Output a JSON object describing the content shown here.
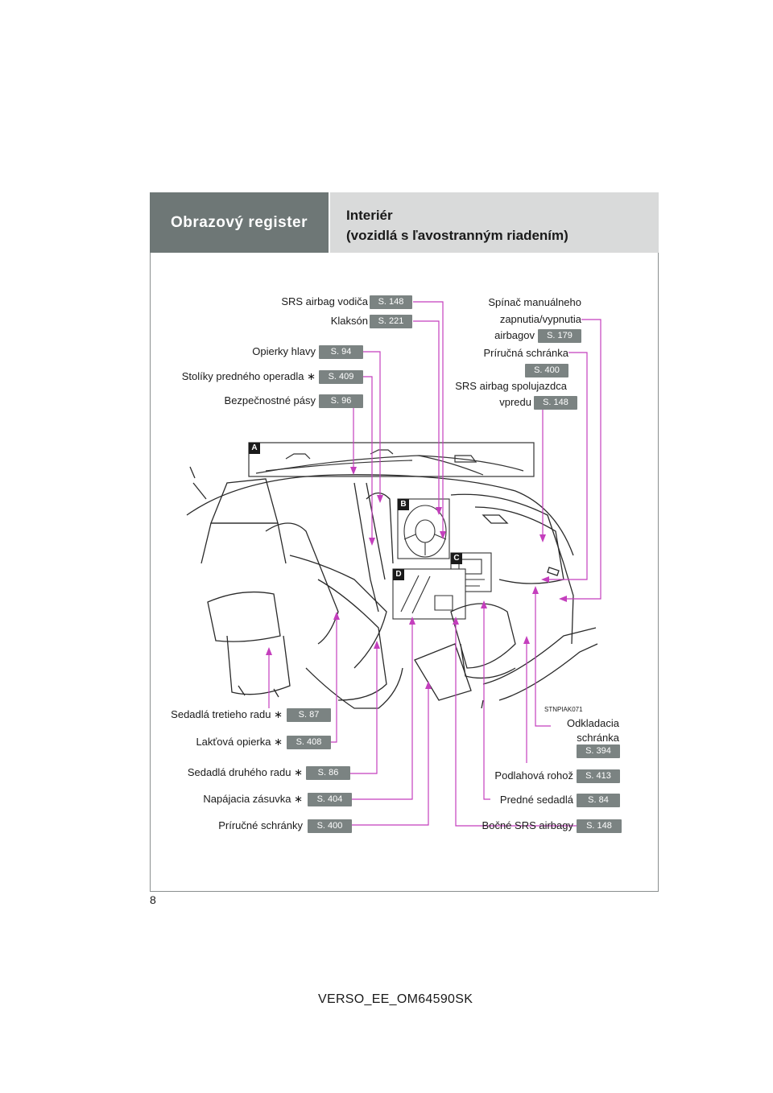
{
  "header": {
    "section": "Obrazový register",
    "title_line1": "Interiér",
    "title_line2": "(vozidlá s ľavostranným riadením)"
  },
  "image_code": "STNPIAK071",
  "inset_tags": [
    "A",
    "B",
    "C",
    "D"
  ],
  "labels": {
    "srs_driver": {
      "text": "SRS airbag vodiča",
      "page": "S. 148"
    },
    "horn": {
      "text": "Klaksón",
      "page": "S. 221"
    },
    "headrests": {
      "text": "Opierky hlavy",
      "page": "S. 94"
    },
    "seatback_tables": {
      "text": "Stolíky predného operadla ∗",
      "page": "S. 409"
    },
    "seatbelts": {
      "text": "Bezpečnostné pásy",
      "page": "S. 96"
    },
    "airbag_switch": {
      "line1": "Spínač manuálneho",
      "line2": "zapnutia/vypnutia",
      "line3": "airbagov",
      "page": "S. 179"
    },
    "glovebox": {
      "text": "Príručná schránka",
      "page": "S. 400"
    },
    "srs_passenger": {
      "line1": "SRS airbag spolujazdca",
      "line2": "vpredu",
      "page": "S. 148"
    },
    "third_row": {
      "text": "Sedadlá tretieho radu ∗",
      "page": "S. 87"
    },
    "armrest": {
      "text": "Lakťová opierka ∗",
      "page": "S. 408"
    },
    "second_row": {
      "text": "Sedadlá druhého radu ∗",
      "page": "S. 86"
    },
    "power_outlet": {
      "text": "Napájacia zásuvka ∗",
      "page": "S. 404"
    },
    "storage_boxes": {
      "text": "Príručné schránky",
      "page": "S. 400"
    },
    "storage_tray": {
      "line1": "Odkladacia",
      "line2": "schránka",
      "page": "S. 394"
    },
    "floor_mat": {
      "text": "Podlahová rohož",
      "page": "S. 413"
    },
    "front_seats": {
      "text": "Predné sedadlá",
      "page": "S. 84"
    },
    "side_airbags": {
      "text": "Bočné SRS airbagy",
      "page": "S. 148"
    }
  },
  "page_number": "8",
  "doc_id": "VERSO_EE_OM64590SK",
  "colors": {
    "header_dark": "#6e7776",
    "header_light": "#d9dada",
    "badge": "#7b8382",
    "leader": "#c43fbd"
  }
}
